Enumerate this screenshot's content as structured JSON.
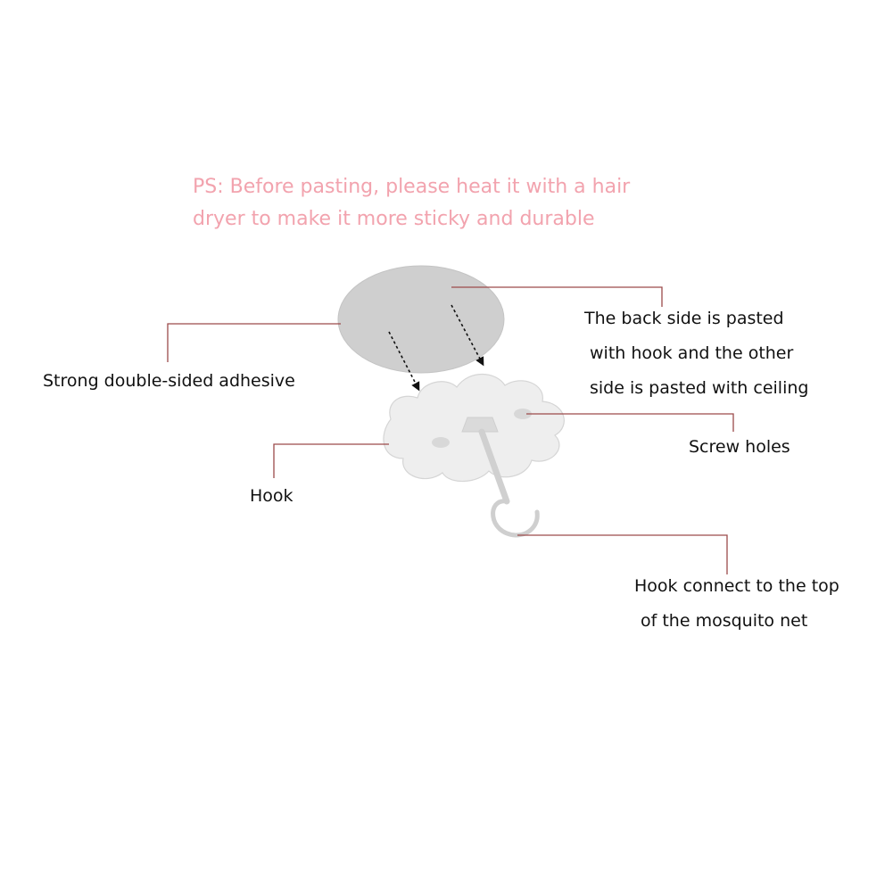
{
  "note": {
    "line1": "PS: Before pasting, please heat it with a hair",
    "line2": "dryer to make it more sticky and durable"
  },
  "labels": {
    "adhesive": "Strong double-sided adhesive",
    "back_side": [
      "The back side is pasted",
      "with hook and the other",
      "side is pasted with ceiling"
    ],
    "screw_holes": "Screw holes",
    "hook": "Hook",
    "hook_connect": [
      "Hook connect to the top",
      "of the mosquito net"
    ]
  },
  "colors": {
    "note_text": "#f2a3ae",
    "leader_line": "#9c4a4a",
    "adhesive_disc": "#cfcfcf",
    "hook_base": "#e9e9e9",
    "label_text": "#111111"
  }
}
